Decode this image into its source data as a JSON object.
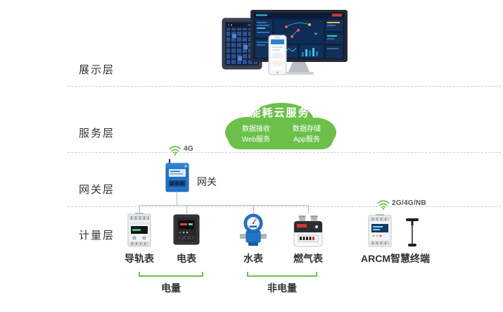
{
  "diagram": {
    "layers": [
      {
        "id": "display",
        "label": "展示层"
      },
      {
        "id": "service",
        "label": "服务层"
      },
      {
        "id": "gateway",
        "label": "网关层"
      },
      {
        "id": "metering",
        "label": "计量层"
      }
    ]
  },
  "cloud": {
    "title": "能耗云服务",
    "services": [
      {
        "line1": "数据接收",
        "line2": "Web服务"
      },
      {
        "line1": "数据存储",
        "line2": "App服务"
      }
    ]
  },
  "gateway": {
    "label": "网关",
    "wireless_label": "4G"
  },
  "meters": [
    {
      "label": "导轨表"
    },
    {
      "label": "电表"
    },
    {
      "label": "水表"
    },
    {
      "label": "燃气表"
    },
    {
      "label": "ARCM智慧终端",
      "wireless_label": "2G/4G/NB"
    }
  ],
  "groups": [
    {
      "label": "电量"
    },
    {
      "label": "非电量"
    }
  ],
  "colors": {
    "accent_green": "#6cc04a",
    "device_blue": "#2273c8",
    "text": "#333333",
    "divider": "#cccccc",
    "connector": "#a9bfae"
  }
}
